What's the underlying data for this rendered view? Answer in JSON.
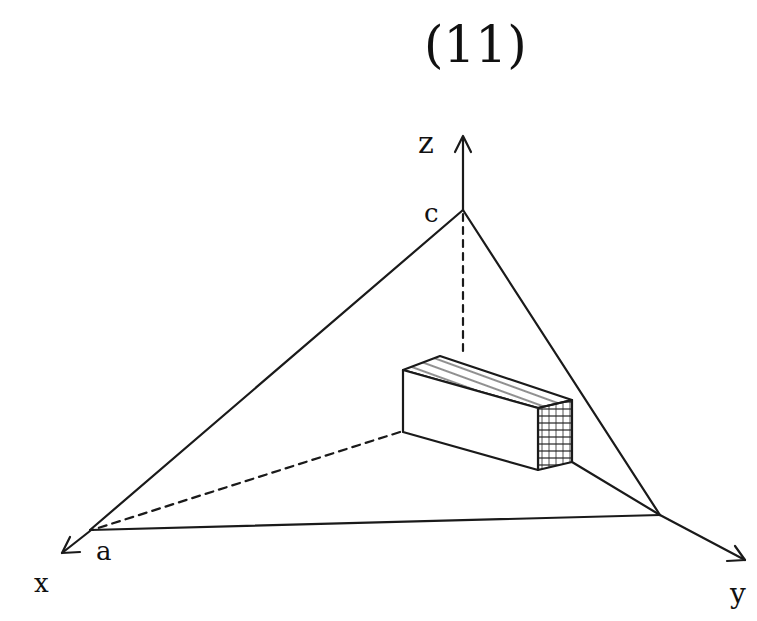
{
  "diagram": {
    "labels": [
      "(11)",
      "z",
      "c",
      "a",
      "x",
      "y"
    ]
  }
}
